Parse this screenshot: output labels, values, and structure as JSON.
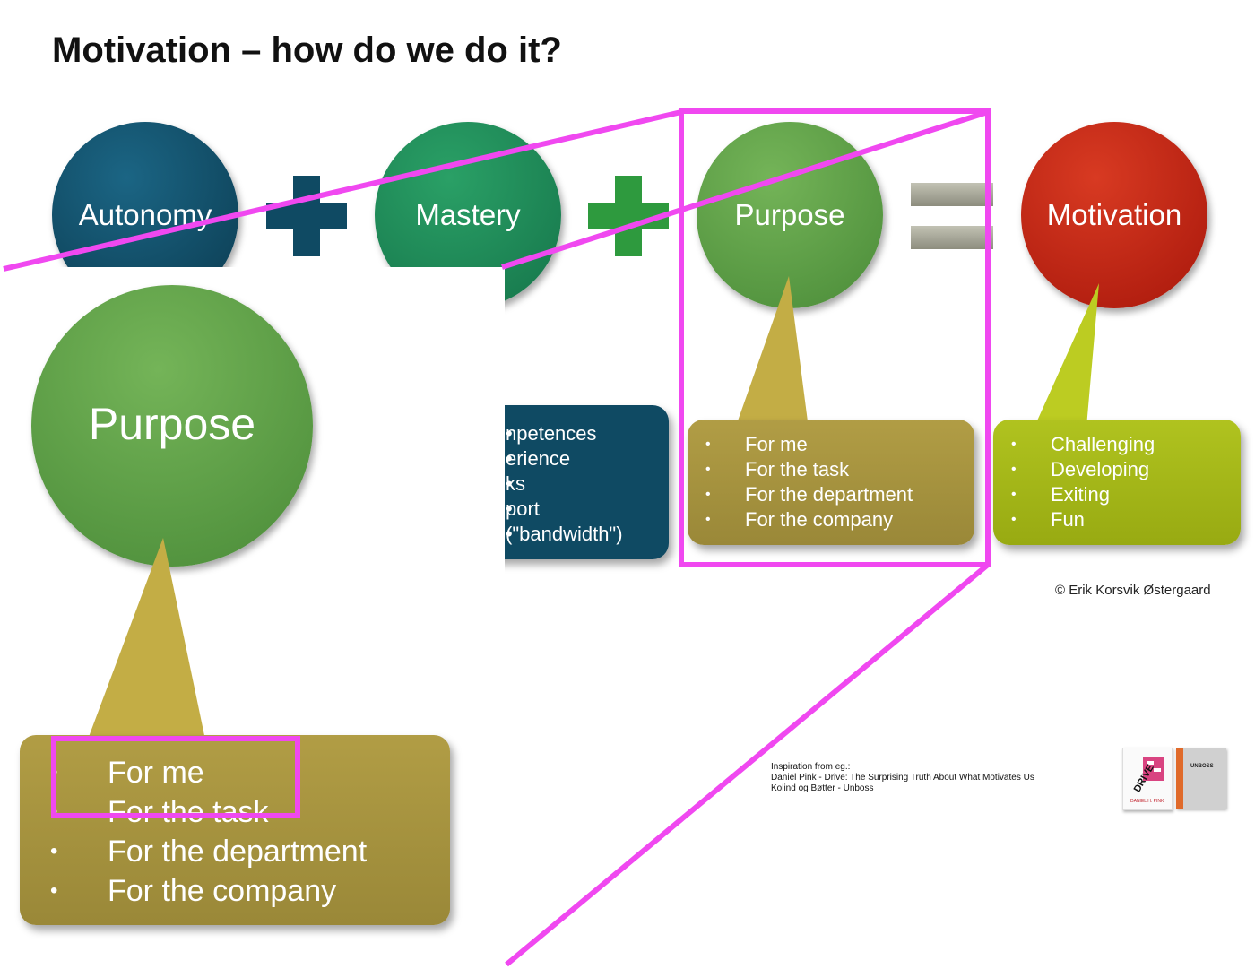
{
  "title": "Motivation – how do we do it?",
  "circles": {
    "autonomy": "Autonomy",
    "mastery": "Mastery",
    "purpose": "Purpose",
    "motivation": "Motivation",
    "purpose_zoom": "Purpose"
  },
  "operators": [
    "+",
    "+",
    "="
  ],
  "mastery_box": {
    "items": [
      "npetences",
      "erience",
      "ks",
      "port",
      "(\"bandwidth\")"
    ]
  },
  "purpose_box": {
    "items": [
      "For me",
      "For the task",
      "For the department",
      "For the company"
    ]
  },
  "motivation_box": {
    "items": [
      "Challenging",
      "Developing",
      "Exiting",
      "Fun"
    ]
  },
  "zoom_box": {
    "items": [
      "For me",
      "For the task",
      "For the department",
      "For the company"
    ]
  },
  "copyright": "© Erik Korsvik Østergaard",
  "inspiration": [
    "Inspiration from eg.:",
    "Daniel Pink - Drive: The Surprising Truth About What Motivates Us",
    "Kolind og Bøtter - Unboss"
  ],
  "books": {
    "drive": "DRIVE",
    "drive_author": "DANIEL H. PINK",
    "unboss": "UNBOSS"
  },
  "colors": {
    "autonomy": "#0e4a63",
    "mastery": "#1f8a55",
    "purpose": "#5a9e45",
    "motivation": "#c0200f",
    "purpose_box": "#a89640",
    "motivation_box": "#a4b81a",
    "mastery_box": "#0e4a63",
    "highlight": "#f048f0"
  }
}
